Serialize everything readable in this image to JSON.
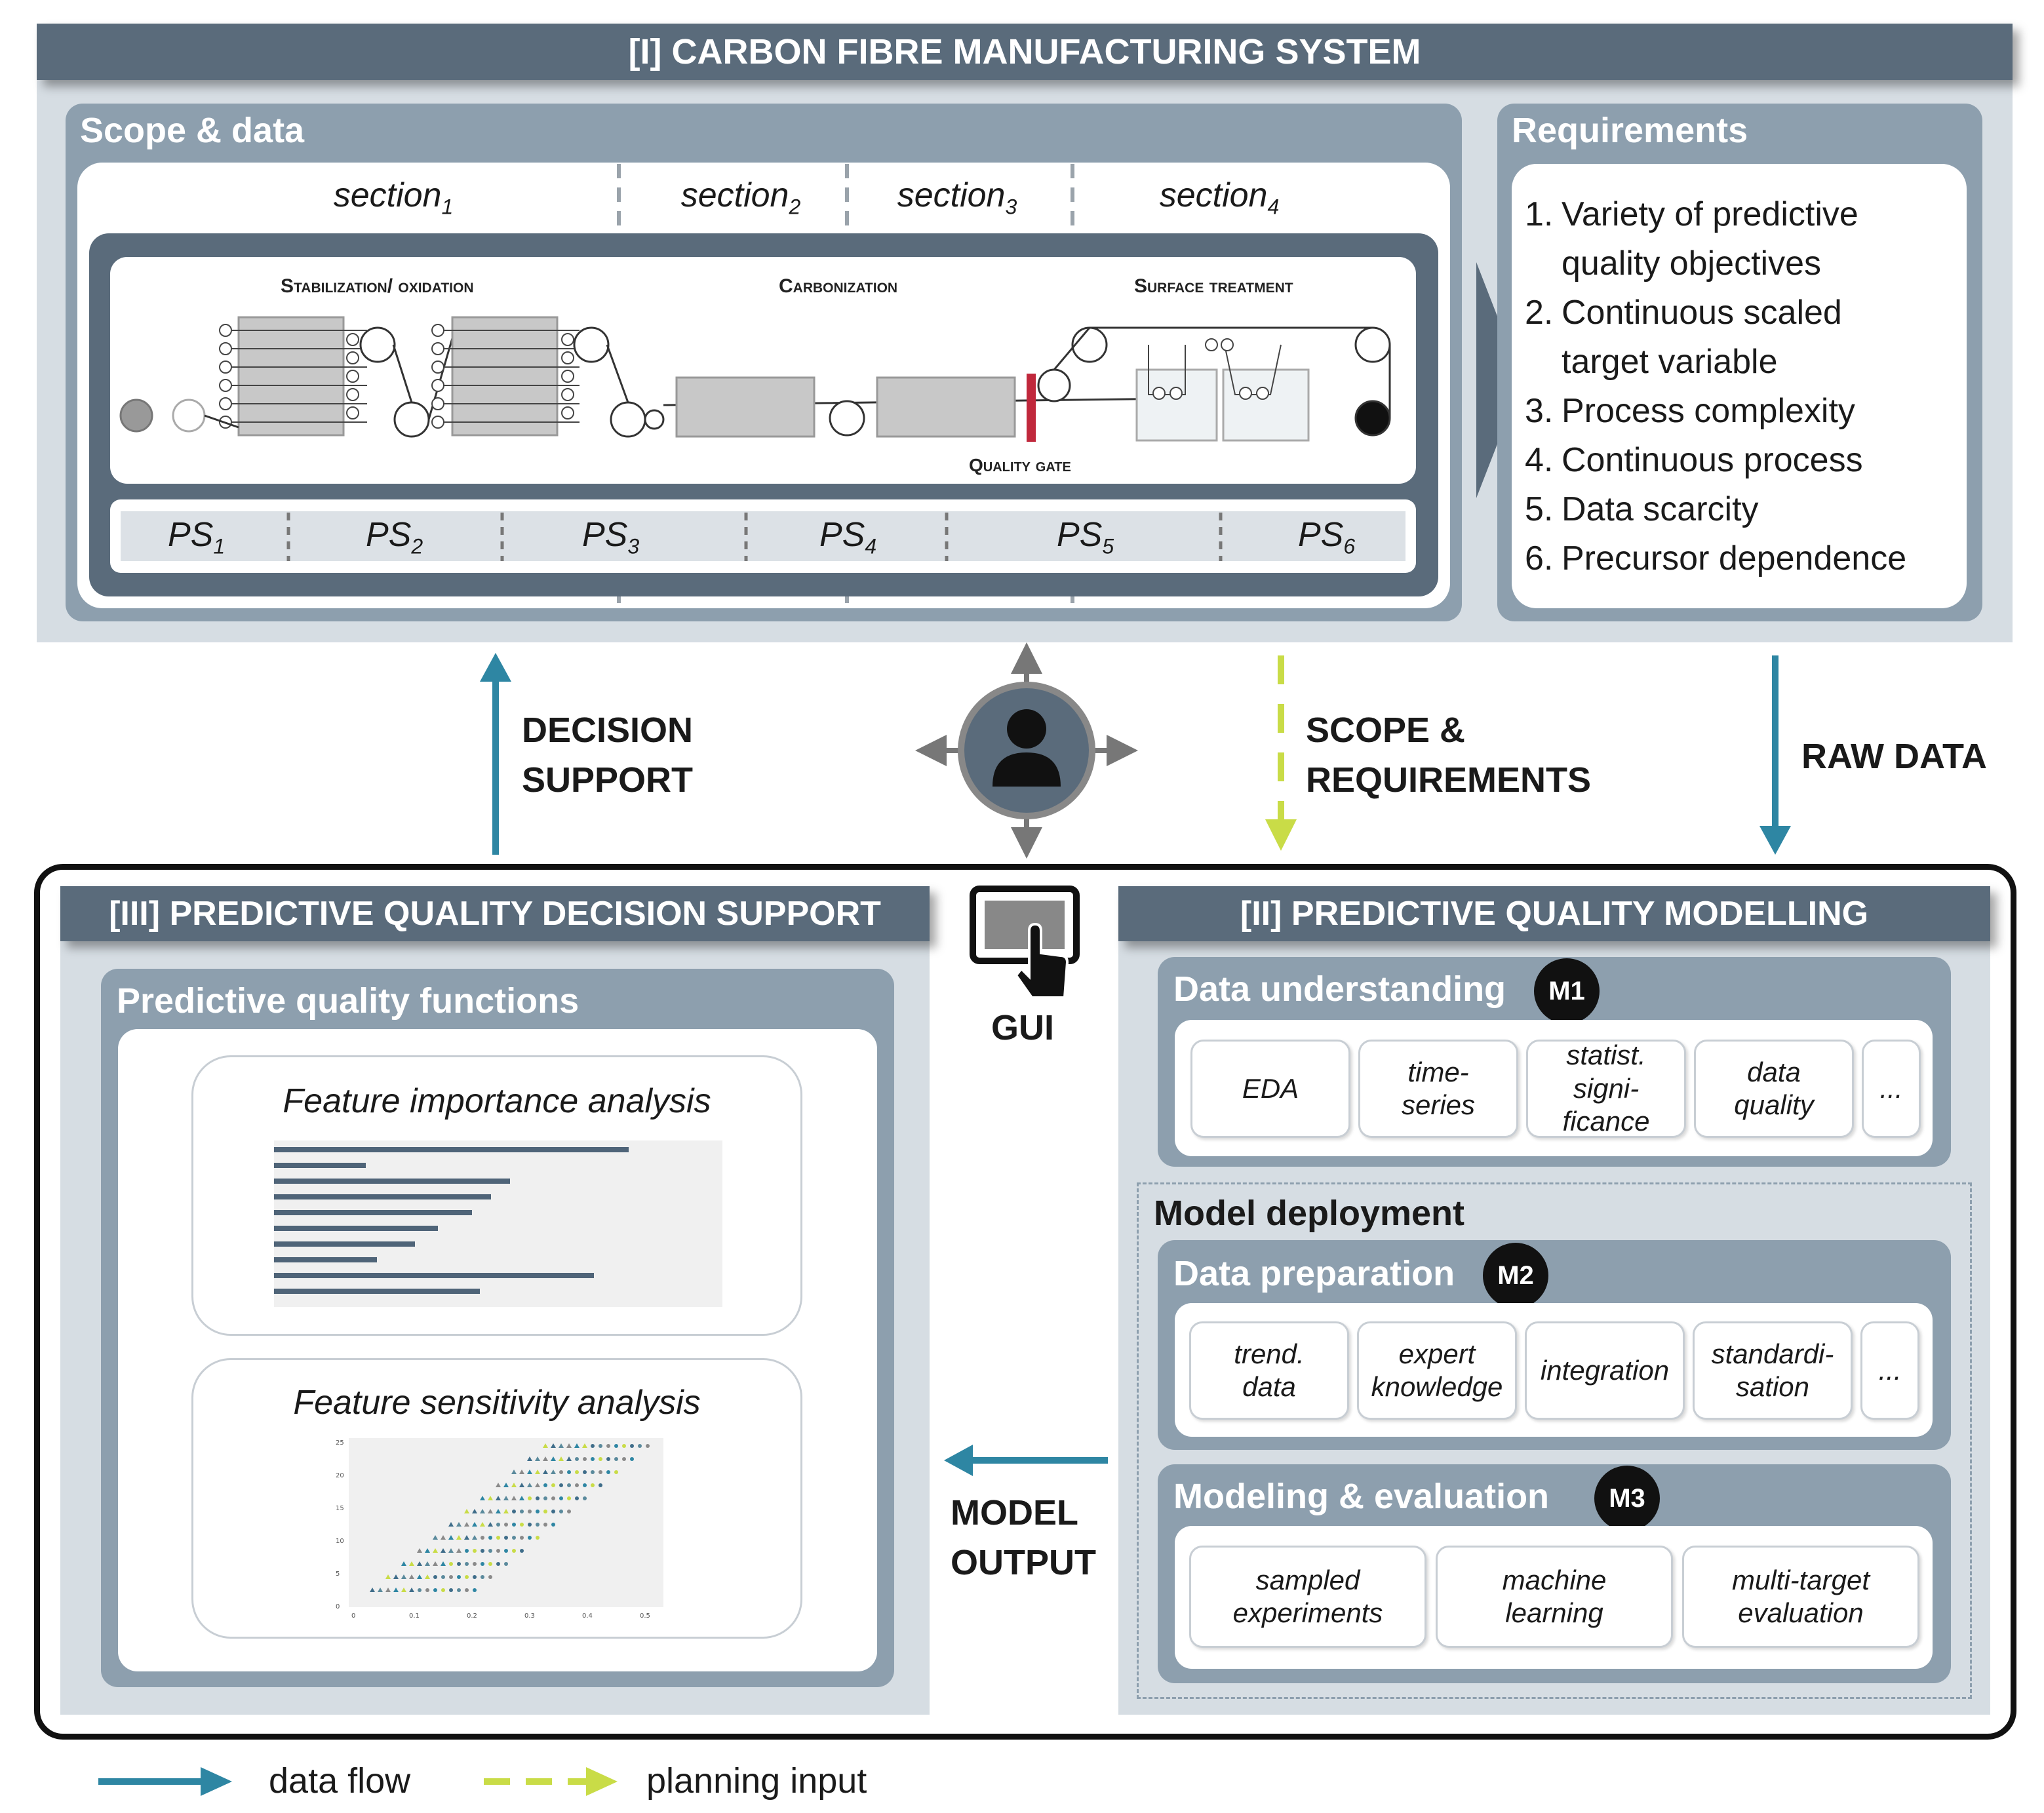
{
  "system": {
    "title": "[I] CARBON FIBRE MANUFACTURING SYSTEM",
    "scope_title": "Scope & data",
    "sections": [
      {
        "base": "section",
        "sub": "1"
      },
      {
        "base": "section",
        "sub": "2"
      },
      {
        "base": "section",
        "sub": "3"
      },
      {
        "base": "section",
        "sub": "4"
      }
    ],
    "processes": {
      "stabilization": "Stabilization/ oxidation",
      "carbonization": "Carbonization",
      "surface": "Surface treatment",
      "quality_gate": "Quality gate"
    },
    "process_steps": [
      {
        "base": "PS",
        "sub": "1"
      },
      {
        "base": "PS",
        "sub": "2"
      },
      {
        "base": "PS",
        "sub": "3"
      },
      {
        "base": "PS",
        "sub": "4"
      },
      {
        "base": "PS",
        "sub": "5"
      },
      {
        "base": "PS",
        "sub": "6"
      }
    ],
    "requirements_title": "Requirements",
    "requirements": [
      {
        "num": "1.",
        "line1": "Variety of predictive",
        "line2": "quality objectives"
      },
      {
        "num": "2.",
        "line1": "Continuous scaled",
        "line2": "target variable"
      },
      {
        "num": "3.",
        "line1": "Process complexity",
        "line2": ""
      },
      {
        "num": "4.",
        "line1": "Continuous process",
        "line2": ""
      },
      {
        "num": "5.",
        "line1": "Data scarcity",
        "line2": ""
      },
      {
        "num": "6.",
        "line1": "Precursor dependence",
        "line2": ""
      }
    ]
  },
  "flows": {
    "decision_support": [
      "DECISION",
      "SUPPORT"
    ],
    "scope_requirements": [
      "SCOPE &",
      "REQUIREMENTS"
    ],
    "raw_data": "RAW DATA",
    "model_output": [
      "MODEL",
      "OUTPUT"
    ],
    "gui": "GUI"
  },
  "decision": {
    "title": "[III] PREDICTIVE QUALITY DECISION SUPPORT",
    "functions_title": "Predictive quality functions",
    "importance_title": "Feature importance analysis",
    "sensitivity_title": "Feature sensitivity analysis",
    "importance_bars": [
      0.93,
      0.24,
      0.62,
      0.57,
      0.52,
      0.43,
      0.37,
      0.27,
      0.84,
      0.54
    ],
    "sensitivity_yticks": [
      "25",
      "20",
      "15",
      "10",
      "5",
      "0"
    ],
    "sensitivity_xticks": [
      "0",
      "0.1",
      "0.2",
      "0.3",
      "0.4",
      "0.5"
    ]
  },
  "modelling": {
    "title": "[II] PREDICTIVE QUALITY MODELLING",
    "m1": {
      "title": "Data understanding",
      "badge": "M1",
      "items": [
        [
          "EDA"
        ],
        [
          "time-",
          "series"
        ],
        [
          "statist.",
          "signi-",
          "ficance"
        ],
        [
          "data",
          "quality"
        ],
        [
          "..."
        ]
      ]
    },
    "deployment_title": "Model deployment",
    "m2": {
      "title": "Data preparation",
      "badge": "M2",
      "items": [
        [
          "trend.",
          "data"
        ],
        [
          "expert",
          "knowledge"
        ],
        [
          "integration"
        ],
        [
          "standardi-",
          "sation"
        ],
        [
          "..."
        ]
      ]
    },
    "m3": {
      "title": "Modeling & evaluation",
      "badge": "M3",
      "items": [
        [
          "sampled",
          "experiments"
        ],
        [
          "machine",
          "learning"
        ],
        [
          "multi-target",
          "evaluation"
        ]
      ]
    }
  },
  "legend": {
    "data_flow": "data flow",
    "planning_input": "planning input",
    "teal": "#2e86a3",
    "yellow": "#c9dc47"
  }
}
